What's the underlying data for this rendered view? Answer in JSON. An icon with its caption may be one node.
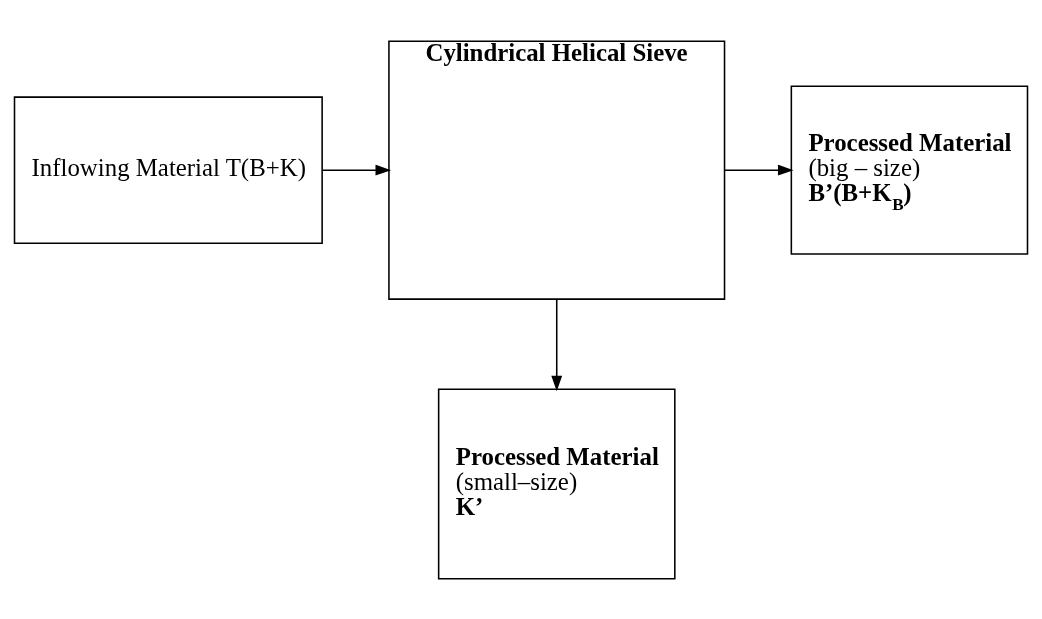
{
  "diagram": {
    "nodes": [
      {
        "text": [
          "Inflowing Material T(B+K)"
        ]
      },
      {
        "text": [
          "Cylindrical Helical Sieve"
        ]
      },
      {
        "text": [
          "Processed Material",
          "(big – size)",
          "B’(B+K$_{B}$)"
        ]
      },
      {
        "text": [
          "Processed Material",
          "(small–size)",
          "K’"
        ]
      }
    ],
    "edges": [
      {
        "from": 0,
        "to": 1,
        "arrow": "to"
      },
      {
        "from": 1,
        "to": 2,
        "arrow": "to"
      },
      {
        "from": 1,
        "to": 3,
        "arrow": "to"
      }
    ]
  }
}
